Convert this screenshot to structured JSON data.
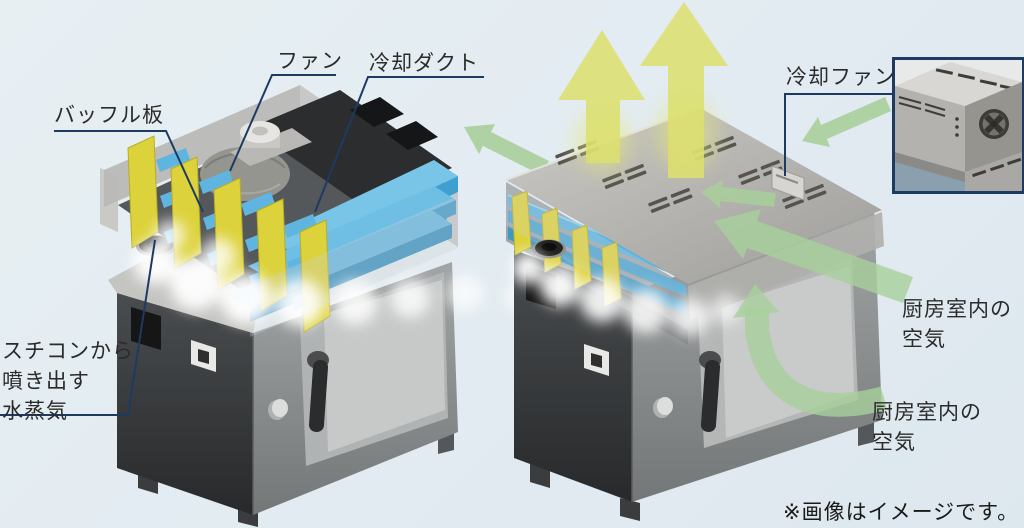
{
  "diagram": {
    "description_visible_text_only": true,
    "colors": {
      "background": "#e2ebf1",
      "label_text": "#2b2b2b",
      "leader_line": "#1d3a63",
      "inset_border": "#1d3a63",
      "duct_blue": "#5fb3de",
      "baffle_yellow": "#dcd23b",
      "exhaust_arrow_yellow": "#dcdf6e",
      "intake_arrow_green": "#a8cf9b",
      "cabinet_dark": "#35383a",
      "cabinet_gray": "#8b8e8f",
      "lid_gray": "#b8b6b1"
    },
    "left_machine": {
      "labels": {
        "fan": "ファン",
        "cooling_duct": "冷却ダクト",
        "baffle_plate": "バッフル板",
        "steam_source": {
          "lines": [
            "スチコンから",
            "噴き出す",
            "水蒸気"
          ]
        }
      }
    },
    "right_machine": {
      "labels": {
        "cooling_fan": "冷却ファン",
        "kitchen_air_upper": {
          "lines": [
            "厨房室内の",
            "空気"
          ]
        },
        "kitchen_air_lower": {
          "lines": [
            "厨房室内の",
            "空気"
          ]
        }
      }
    },
    "footnote": "※画像はイメージです。"
  }
}
